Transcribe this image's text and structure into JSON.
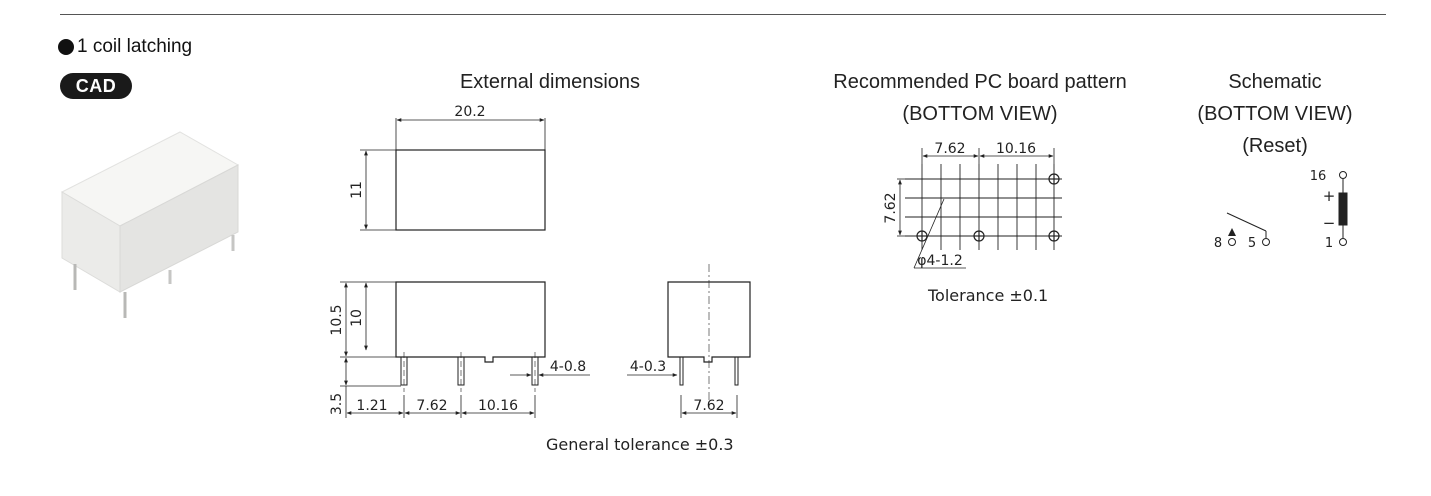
{
  "heading": {
    "bullet_label": "1 coil latching",
    "badge": "CAD"
  },
  "external": {
    "title": "External dimensions",
    "dims": {
      "width": "20.2",
      "height": "11",
      "h1": "10.5",
      "h2": "10",
      "pin_len": "3.5",
      "off1": "1.21",
      "p1": "7.62",
      "p2": "10.16",
      "pin_w": "4-0.8",
      "side_pin": "4-0.3",
      "side_pitch": "7.62"
    },
    "tolerance": "General tolerance ±0.3"
  },
  "pcb": {
    "title_line1": "Recommended PC board pattern",
    "title_line2": "(BOTTOM VIEW)",
    "dims": {
      "a": "7.62",
      "b": "10.16",
      "v": "7.62",
      "hole": "φ4-1.2"
    },
    "tolerance": "Tolerance ±0.1"
  },
  "schematic": {
    "title_line1": "Schematic",
    "title_line2": "(BOTTOM VIEW)",
    "title_line3": "(Reset)",
    "pins": {
      "p16": "16",
      "p1": "1",
      "p8": "8",
      "p5": "5",
      "plus": "+",
      "minus": "−"
    }
  },
  "colors": {
    "ink": "#222222",
    "badge_bg": "#1a1a1a",
    "relay_body": "#efefed"
  }
}
